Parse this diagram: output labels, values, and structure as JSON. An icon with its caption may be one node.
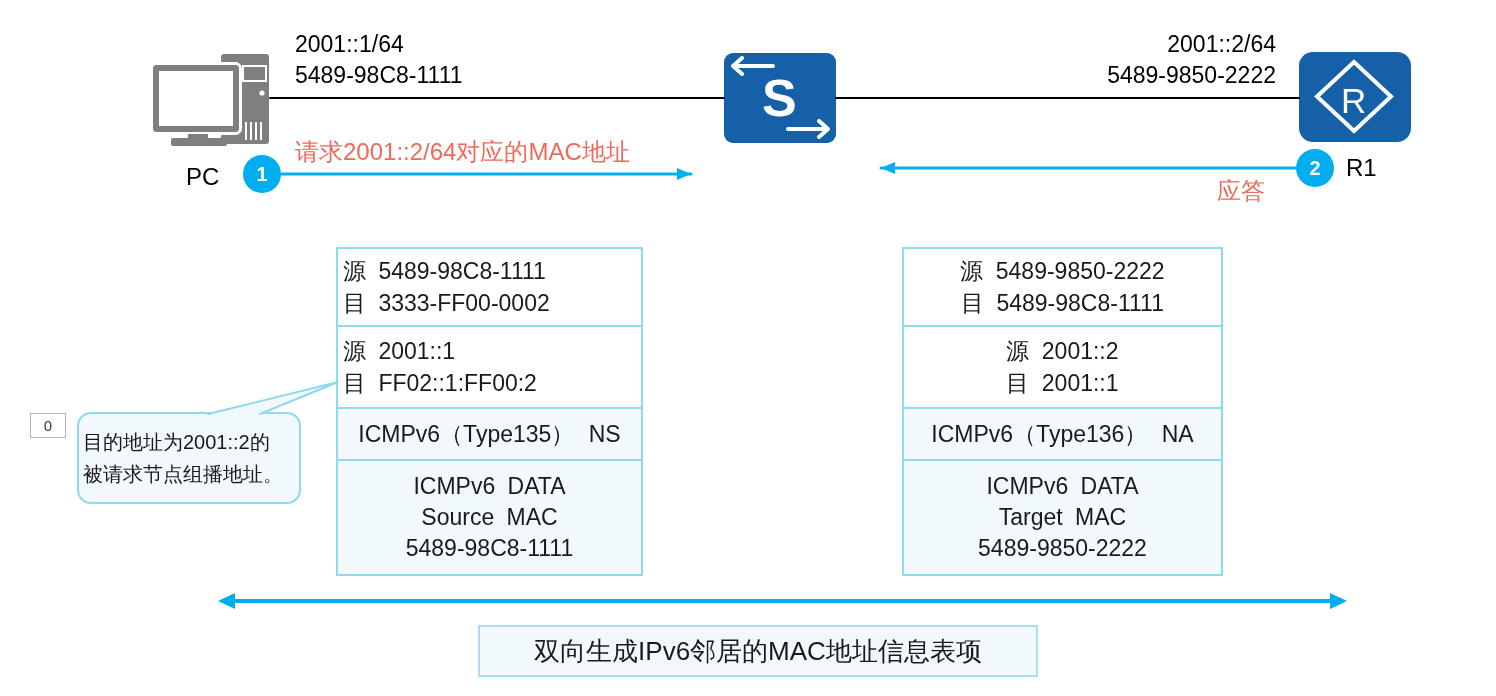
{
  "diagram": {
    "nodes": [
      {
        "text": [
          "PC"
        ],
        "beside": [
          "2001::1/64",
          "5489-98C8-1111"
        ]
      },
      {
        "text": [
          "S"
        ]
      },
      {
        "text": [
          "R",
          "R1"
        ],
        "beside": [
          "2001::2/64",
          "5489-9850-2222"
        ]
      },
      {
        "text": [
          "1"
        ]
      },
      {
        "text": [
          "2"
        ]
      },
      {
        "text": [],
        "shape": "box"
      },
      {
        "text": [
          "源 5489-98C8-1111",
          "目 3333-FF00-0002"
        ],
        "in": 5
      },
      {
        "text": [
          "源 2001::1",
          "目 FF02::1:FF00:2"
        ],
        "in": 5
      },
      {
        "text": [
          "ICMPv6（Type135） NS"
        ],
        "in": 5
      },
      {
        "text": [
          "ICMPv6 DATA",
          "Source MAC",
          "5489-98C8-1111"
        ],
        "in": 5
      },
      {
        "text": [],
        "shape": "box"
      },
      {
        "text": [
          "源 5489-9850-2222",
          "目 5489-98C8-1111"
        ],
        "in": 10
      },
      {
        "text": [
          "源 2001::2",
          "目 2001::1"
        ],
        "in": 10
      },
      {
        "text": [
          "ICMPv6（Type136） NA"
        ],
        "in": 10
      },
      {
        "text": [
          "ICMPv6 DATA",
          "Target MAC",
          "5489-9850-2222"
        ],
        "in": 10
      },
      {
        "text": [
          "0"
        ]
      },
      {
        "text": [
          "目的地址为2001::2的被请求节点组播地址。"
        ]
      },
      {
        "text": [
          "双向生成IPv6邻居的MAC地址信息表项"
        ]
      }
    ],
    "edges": [
      {
        "from": 0,
        "to": 1,
        "arrow": "none"
      },
      {
        "from": 1,
        "to": 2,
        "arrow": "none"
      },
      {
        "from": 3,
        "to": null,
        "arrow": "to",
        "label": "请求2001::2/64对应的MAC地址",
        "color": "#00b0f0"
      },
      {
        "from": 4,
        "to": null,
        "arrow": "to",
        "label": "应答",
        "color": "#00b0f0"
      },
      {
        "from": 16,
        "to": 7,
        "arrow": "none",
        "color": "#8ed8f2"
      }
    ]
  }
}
